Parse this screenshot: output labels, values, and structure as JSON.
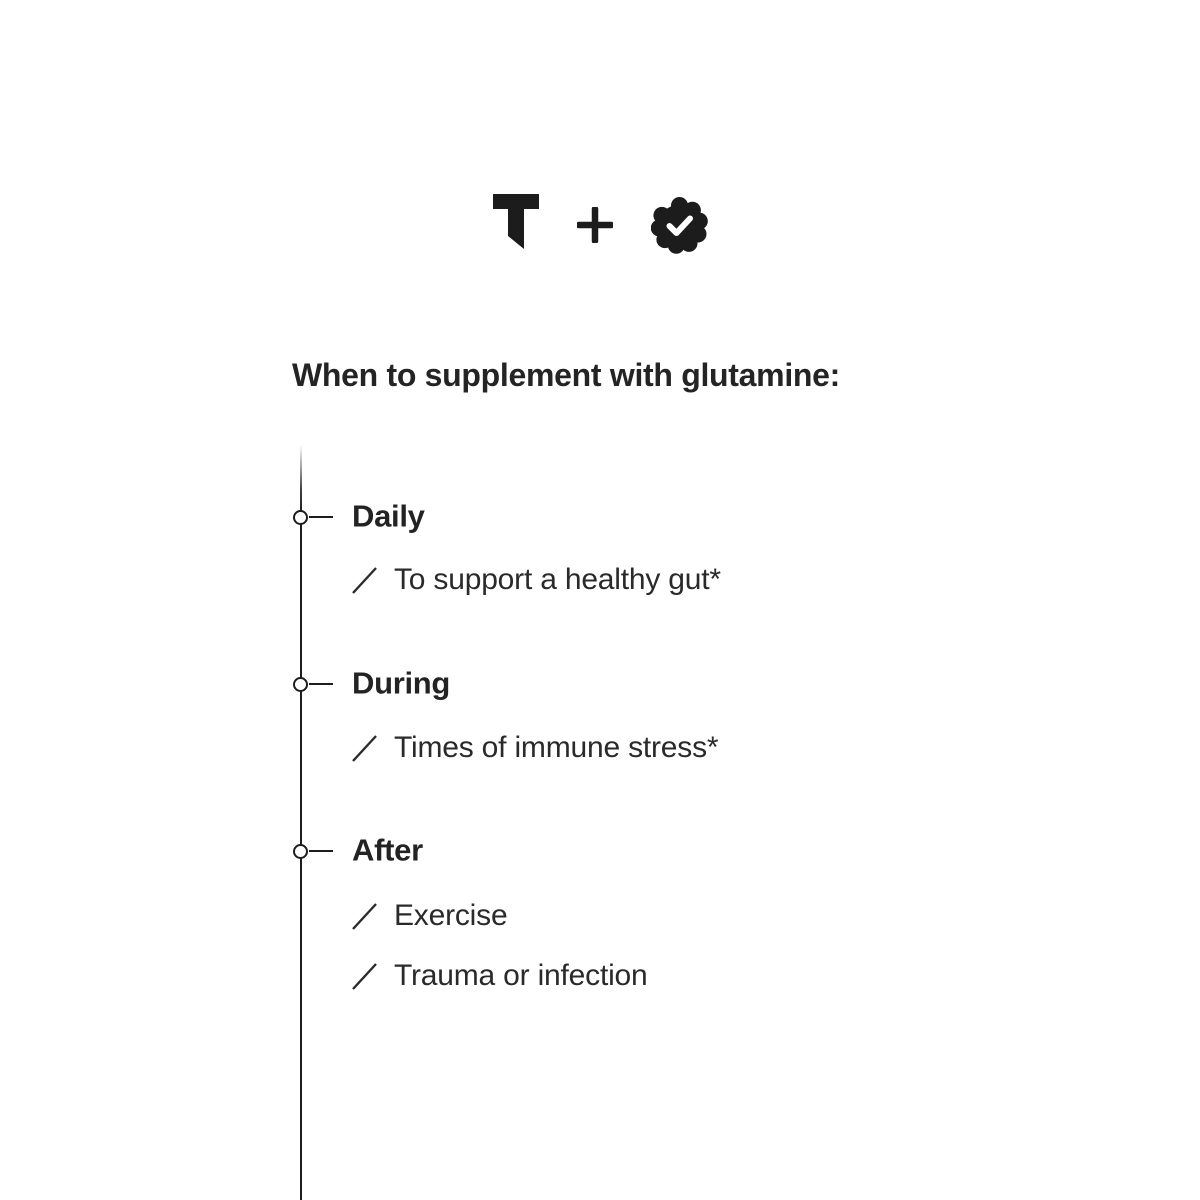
{
  "page": {
    "background_color": "#ffffff",
    "text_color": "#232323",
    "line_color": "#1d1d1d"
  },
  "logo": {
    "brand_letter": "T",
    "plus_sign": "+",
    "badge_icon": "verified-check-badge-icon"
  },
  "heading": {
    "text": "When to supplement with glutamine:"
  },
  "timeline": {
    "bullet_icon": "slash-icon",
    "node_icon": "open-circle-node",
    "items": [
      {
        "label": "Daily",
        "points": [
          "To support a healthy gut*"
        ]
      },
      {
        "label": "During",
        "points": [
          "Times of immune stress*"
        ]
      },
      {
        "label": "After",
        "points": [
          "Exercise",
          "Trauma or infection"
        ]
      }
    ]
  }
}
